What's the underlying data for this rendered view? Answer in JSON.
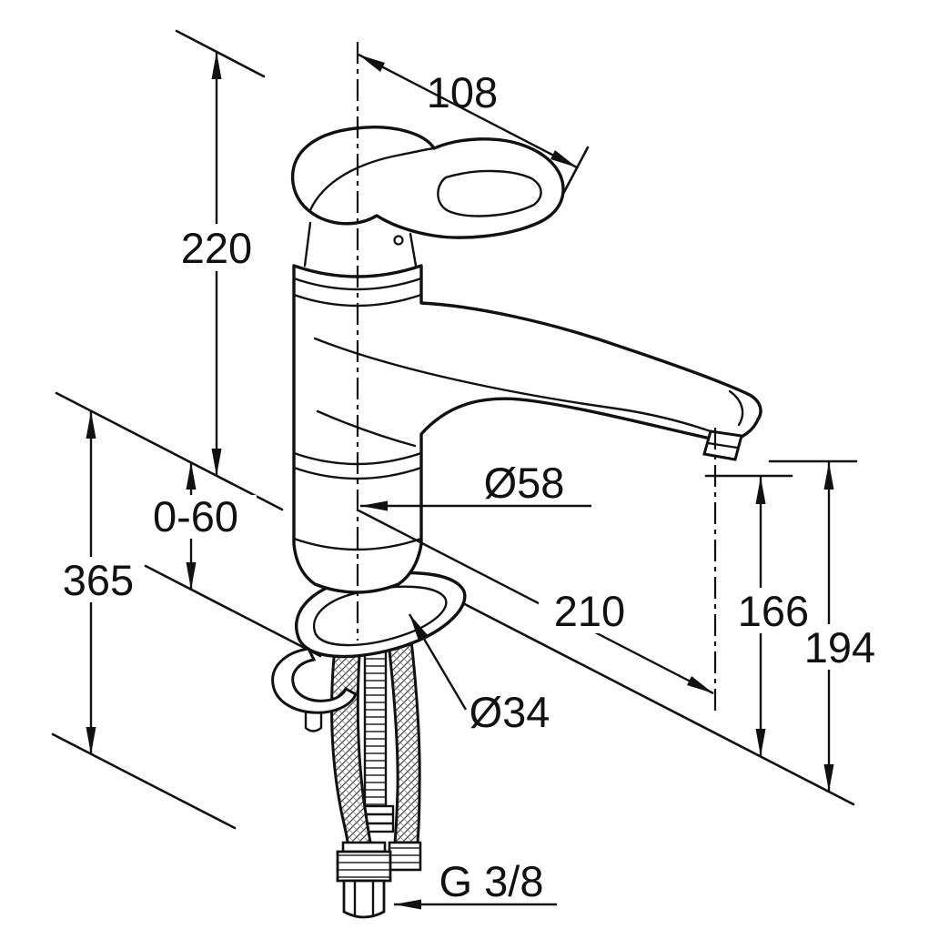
{
  "drawing": {
    "background": "#ffffff",
    "ink": "#111111"
  },
  "dimensions": {
    "d108": "108",
    "d220": "220",
    "d060": "0-60",
    "d365": "365",
    "d58": "Ø58",
    "d210": "210",
    "d166": "166",
    "d194": "194",
    "d34": "Ø34",
    "g38": "G 3/8"
  }
}
